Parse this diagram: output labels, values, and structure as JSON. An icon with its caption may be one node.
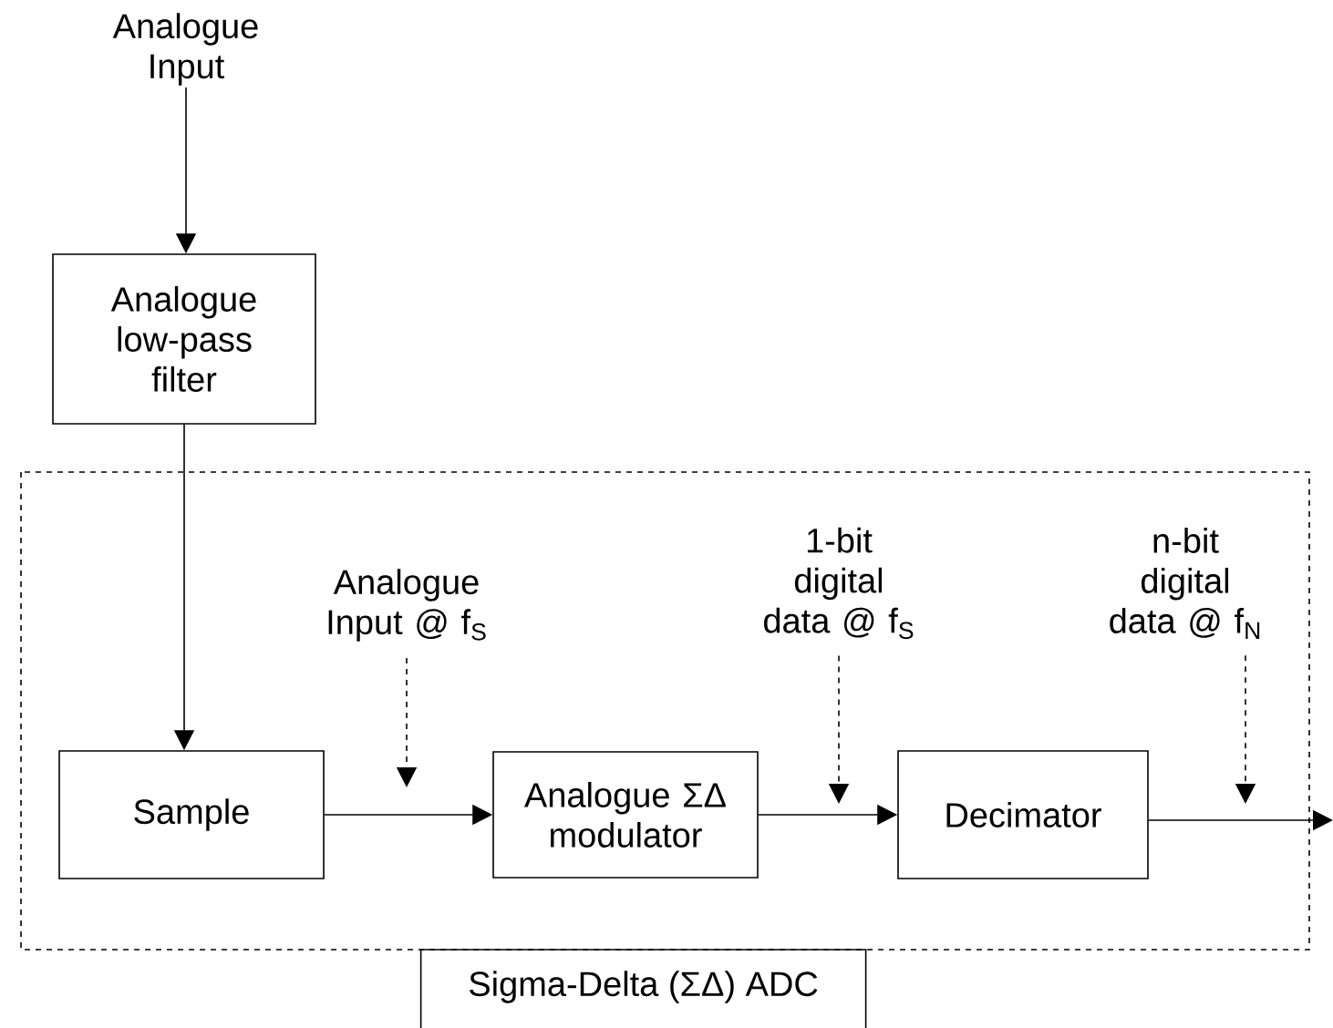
{
  "diagram": {
    "nodes": [
      {
        "text": [
          "Analogue Input"
        ]
      },
      {
        "text": [
          "Analogue low-pass filter"
        ]
      },
      {
        "text": [
          "Sigma-Delta (ΣΔ) ADC"
        ]
      },
      {
        "text": [
          "Sample"
        ],
        "in": 2
      },
      {
        "text": [
          "Analogue ΣΔ modulator"
        ],
        "in": 2
      },
      {
        "text": [
          "Decimator"
        ],
        "in": 2
      },
      {
        "text": [
          "Analogue Input @ f$_{S}$"
        ],
        "in": 2
      },
      {
        "text": [
          "1-bit digital data @ f$_{S}$"
        ],
        "in": 2
      },
      {
        "text": [
          "n-bit digital data @ f$_{N}$"
        ],
        "in": 2
      }
    ],
    "edges": [
      {
        "from": 0,
        "to": 1,
        "arrow": "to"
      },
      {
        "from": 1,
        "to": 3,
        "arrow": "to"
      },
      {
        "from": 3,
        "to": 4,
        "arrow": "to"
      },
      {
        "from": 4,
        "to": 5,
        "arrow": "to"
      },
      {
        "from": 5,
        "to": null,
        "arrow": "to"
      },
      {
        "from": 6,
        "to": null,
        "arrow": "to",
        "style": "dashed"
      },
      {
        "from": 7,
        "to": null,
        "arrow": "to",
        "style": "dashed"
      },
      {
        "from": 8,
        "to": null,
        "arrow": "to",
        "style": "dashed"
      }
    ]
  }
}
